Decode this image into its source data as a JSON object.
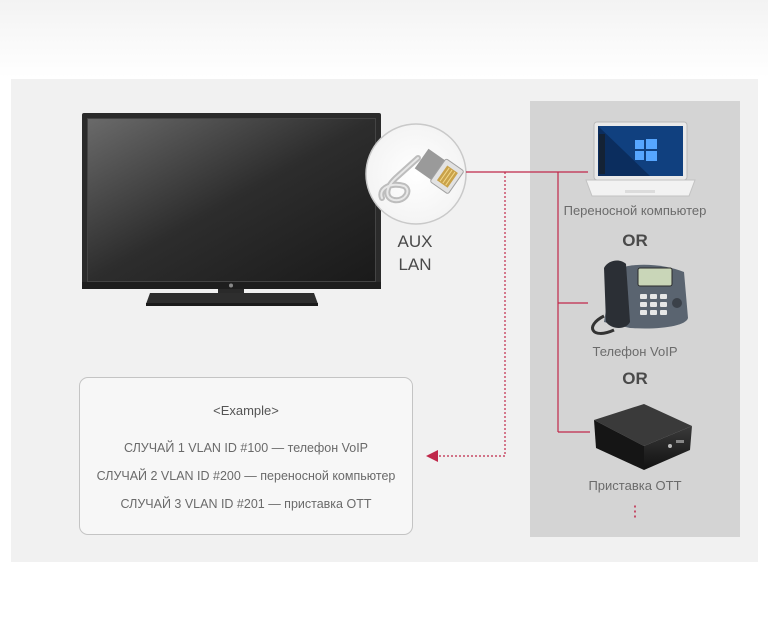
{
  "port_label_line1": "AUX",
  "port_label_line2": "LAN",
  "devices": {
    "laptop": "Переносной компьютер",
    "or_1": "OR",
    "phone": "Телефон VoIP",
    "or_2": "OR",
    "settop": "Приставка OTT",
    "more": "⋮"
  },
  "example": {
    "title": "<Example>",
    "cases": [
      "СЛУЧАЙ 1 VLAN ID #100 — телефон VoIP",
      "СЛУЧАЙ 2 VLAN ID #200 — переносной компьютер",
      "СЛУЧАЙ 3 VLAN ID #201 — приставка OTT"
    ]
  },
  "colors": {
    "connector_line": "#c0284a",
    "panel": "#f1f1f1",
    "device_box": "#d4d4d4"
  },
  "icons": [
    "tv-icon",
    "ethernet-plug-icon",
    "laptop-icon",
    "voip-phone-icon",
    "ott-box-icon"
  ]
}
